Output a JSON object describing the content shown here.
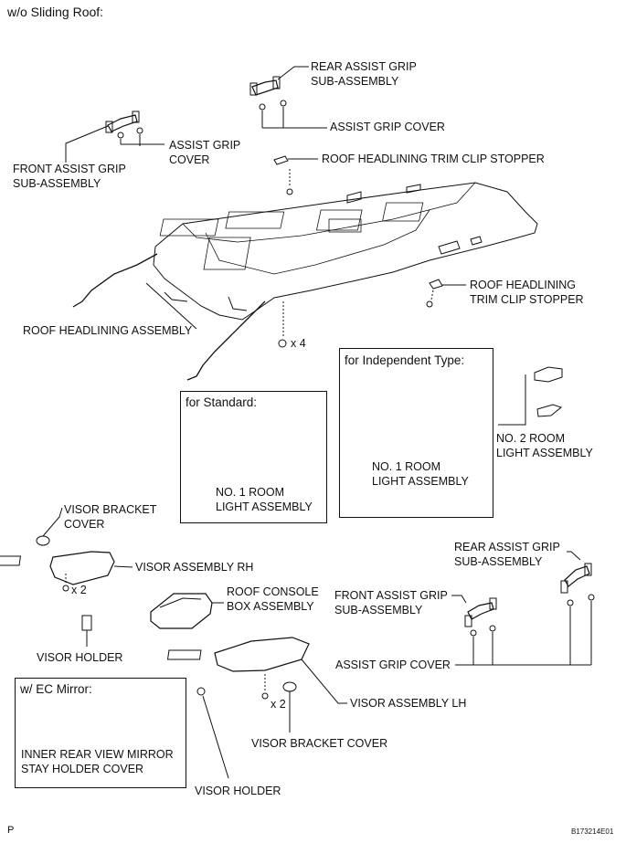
{
  "header": "w/o Sliding Roof:",
  "labels": {
    "rear_grip_top": [
      "REAR ASSIST GRIP",
      "SUB-ASSEMBLY"
    ],
    "grip_cover_top": "ASSIST GRIP COVER",
    "assist_grip_cover_left": [
      "ASSIST GRIP",
      "COVER"
    ],
    "front_grip_left": [
      "FRONT ASSIST GRIP",
      "SUB-ASSEMBLY"
    ],
    "clip_stopper_top": "ROOF HEADLINING TRIM CLIP STOPPER",
    "clip_stopper_right": [
      "ROOF HEADLINING",
      "TRIM CLIP STOPPER"
    ],
    "headlining": "ROOF HEADLINING ASSEMBLY",
    "x4": "x 4",
    "visor_bracket_cover_left": [
      "VISOR BRACKET",
      "COVER"
    ],
    "visor_rh": "VISOR ASSEMBLY RH",
    "x2_left": "x 2",
    "roof_console": [
      "ROOF CONSOLE",
      "BOX ASSEMBLY"
    ],
    "visor_holder_left": "VISOR HOLDER",
    "rear_grip_bottom": [
      "REAR ASSIST GRIP",
      "SUB-ASSEMBLY"
    ],
    "front_grip_bottom": [
      "FRONT ASSIST GRIP",
      "SUB-ASSEMBLY"
    ],
    "grip_cover_bottom": "ASSIST GRIP COVER",
    "visor_lh": "VISOR ASSEMBLY LH",
    "x2_right": "x 2",
    "visor_bracket_cover_bottom": "VISOR BRACKET COVER",
    "visor_holder_bottom": "VISOR HOLDER",
    "no2_room_light": [
      "NO. 2 ROOM",
      "LIGHT ASSEMBLY"
    ]
  },
  "boxes": {
    "standard": {
      "title": "for Standard:",
      "label": [
        "NO. 1 ROOM",
        "LIGHT ASSEMBLY"
      ]
    },
    "independent": {
      "title": "for Independent Type:",
      "label": [
        "NO. 1 ROOM",
        "LIGHT ASSEMBLY"
      ]
    },
    "ec_mirror": {
      "title": "w/ EC Mirror:",
      "label": [
        "INNER REAR VIEW MIRROR",
        "STAY HOLDER COVER"
      ]
    }
  },
  "footer": {
    "left": "P",
    "right": "B173214E01"
  }
}
